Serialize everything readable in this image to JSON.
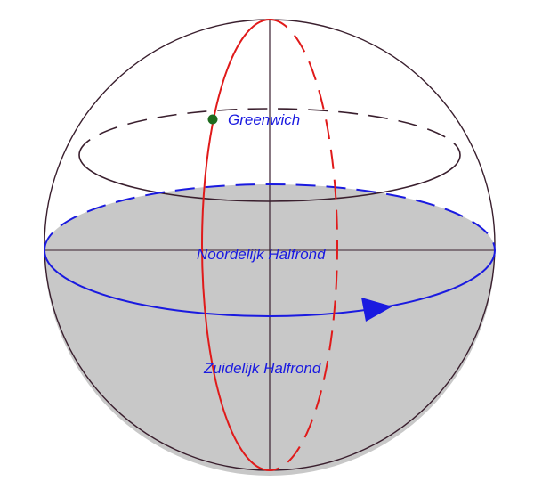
{
  "labels": {
    "greenwich": "Greenwich",
    "northern": "Noordelijk Halfrond",
    "southern": "Zuidelijk Halfrond"
  },
  "colors": {
    "outline": "#3a1f2e",
    "equator": "#1a1ae0",
    "meridian": "#e01a1a",
    "southern_fill": "#c8c8c8",
    "greenwich_dot": "#1e6b1e",
    "label_text": "#1a1ae0"
  }
}
